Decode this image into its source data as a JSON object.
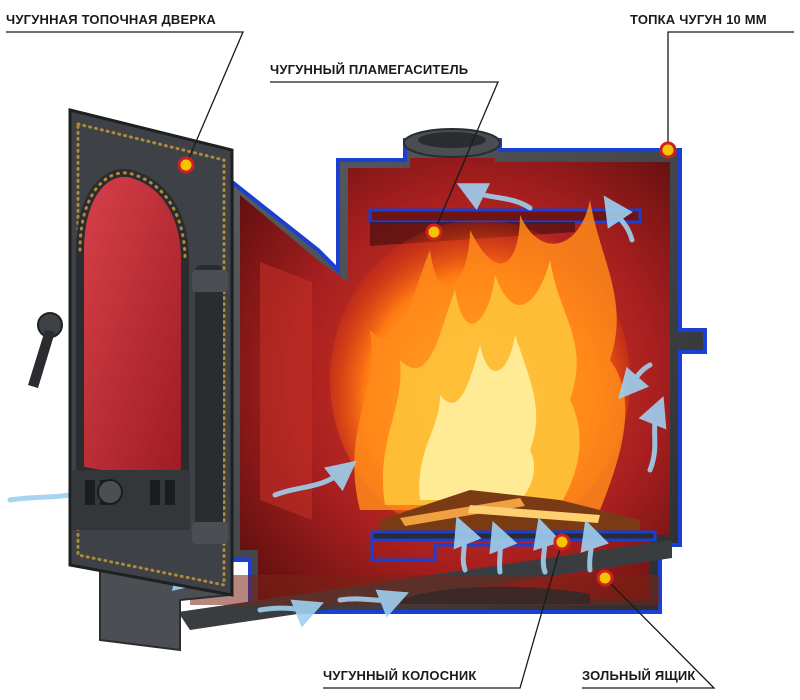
{
  "callouts": {
    "door": "ЧУГУННАЯ ТОПОЧНАЯ ДВЕРКА",
    "firebox": "ТОПКА ЧУГУН 10 ММ",
    "flame_damper": "ЧУГУННЫЙ ПЛАМЕГАСИТЕЛЬ",
    "grate": "ЧУГУННЫЙ КОЛОСНИК",
    "ash_box": "ЗОЛЬНЫЙ ЯЩИК"
  },
  "colors": {
    "cast_iron": "#3a3d40",
    "cut_edge": "#1b3fd0",
    "interior_red": "#9e1c1c",
    "flame_yellow": "#ffd23a",
    "flame_orange": "#ff7a12",
    "marker": "#f5c400",
    "air_arrow": "#9fd0f0"
  }
}
